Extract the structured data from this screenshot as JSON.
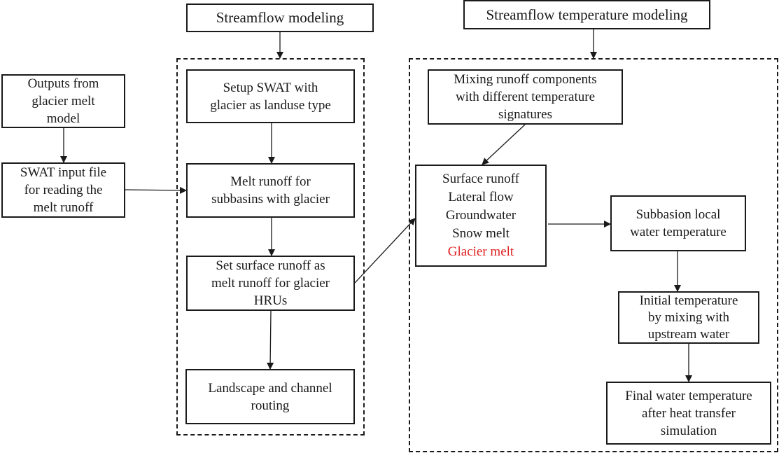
{
  "headers": {
    "streamflow": "Streamflow modeling",
    "temperature": "Streamflow temperature modeling"
  },
  "inputs": {
    "glacier_outputs": [
      "Outputs from",
      "glacier melt",
      "model"
    ],
    "swat_input": [
      "SWAT input file",
      "for reading the",
      "melt runoff"
    ]
  },
  "streamflow_steps": {
    "setup": [
      "Setup SWAT with",
      "glacier as landuse type"
    ],
    "melt_runoff": [
      "Melt runoff for",
      "subbasins with glacier"
    ],
    "set_surface": [
      "Set surface runoff as",
      "melt runoff for glacier",
      "HRUs"
    ],
    "routing": [
      "Landscape and channel",
      "routing"
    ]
  },
  "temperature_steps": {
    "mixing": [
      "Mixing runoff components",
      "with different temperature",
      "signatures"
    ],
    "components": [
      "Surface runoff",
      "Lateral flow",
      "Groundwater",
      "Snow melt"
    ],
    "components_highlight": "Glacier melt",
    "subbasin": [
      "Subbasion local",
      "water temperature"
    ],
    "initial": [
      "Initial temperature",
      "by mixing with",
      "upstream water"
    ],
    "final": [
      "Final water temperature",
      "after heat transfer",
      "simulation"
    ]
  },
  "colors": {
    "line": "#1a1a1a",
    "highlight": "#e02020"
  }
}
